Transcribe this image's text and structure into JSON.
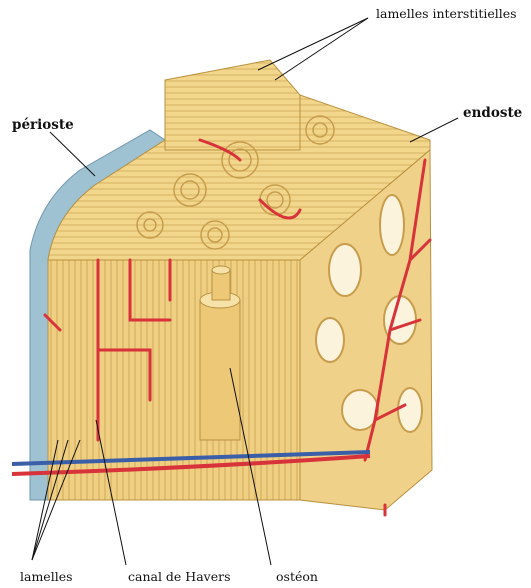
{
  "labels": {
    "interstitial": "lamelles interstitielles",
    "periosteum": "périoste",
    "endosteum": "endoste",
    "lamellae": "lamelles",
    "haversian_canal": "canal de Havers",
    "osteon": "ostéon"
  },
  "colors": {
    "bone": "#f2d68c",
    "bone_dark": "#c9a24e",
    "bone_shadow": "#dcb866",
    "periosteum": "#9fc2d3",
    "artery": "#d8323a",
    "vein": "#3a5ea8",
    "leader": "#111111"
  }
}
